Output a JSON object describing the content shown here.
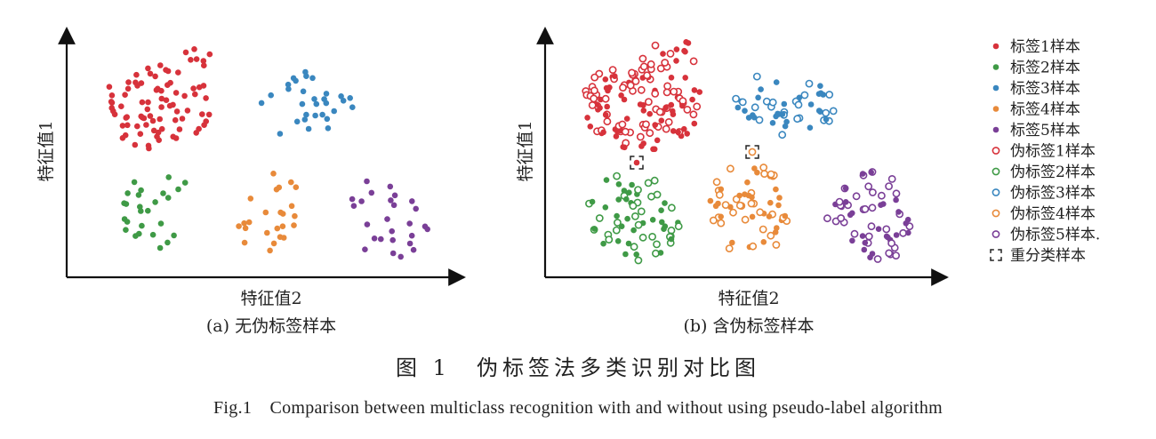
{
  "colors": {
    "class1": "#d7323b",
    "class2": "#3f9a46",
    "class3": "#3a87bf",
    "class4": "#e88a3a",
    "class5": "#7a3f97",
    "axis": "#111111"
  },
  "panels": [
    {
      "caption": "(a) 无伪标签样本",
      "xlabel": "特征值2",
      "ylabel": "特征值1",
      "has_pseudo": false
    },
    {
      "caption": "(b) 含伪标签样本",
      "xlabel": "特征值2",
      "ylabel": "特征值1",
      "has_pseudo": true
    }
  ],
  "legend": [
    {
      "label": "标签1样本",
      "marker": "filled",
      "cls": 1
    },
    {
      "label": "标签2样本",
      "marker": "filled",
      "cls": 2
    },
    {
      "label": "标签3样本",
      "marker": "filled",
      "cls": 3
    },
    {
      "label": "标签4样本",
      "marker": "filled",
      "cls": 4
    },
    {
      "label": "标签5样本",
      "marker": "filled",
      "cls": 5
    },
    {
      "label": "伪标签1样本",
      "marker": "hollow",
      "cls": 1
    },
    {
      "label": "伪标签2样本",
      "marker": "hollow",
      "cls": 2
    },
    {
      "label": "伪标签3样本",
      "marker": "hollow",
      "cls": 3
    },
    {
      "label": "伪标签4样本",
      "marker": "hollow",
      "cls": 4
    },
    {
      "label": "伪标签5样本.",
      "marker": "hollow",
      "cls": 5
    },
    {
      "label": "重分类样本",
      "marker": "bracket",
      "cls": 0
    }
  ],
  "figure_caption_zh": "图 1　伪标签法多类识别对比图",
  "figure_caption_en": "Fig.1　Comparison between multiclass recognition with and without using pseudo-label algorithm"
}
